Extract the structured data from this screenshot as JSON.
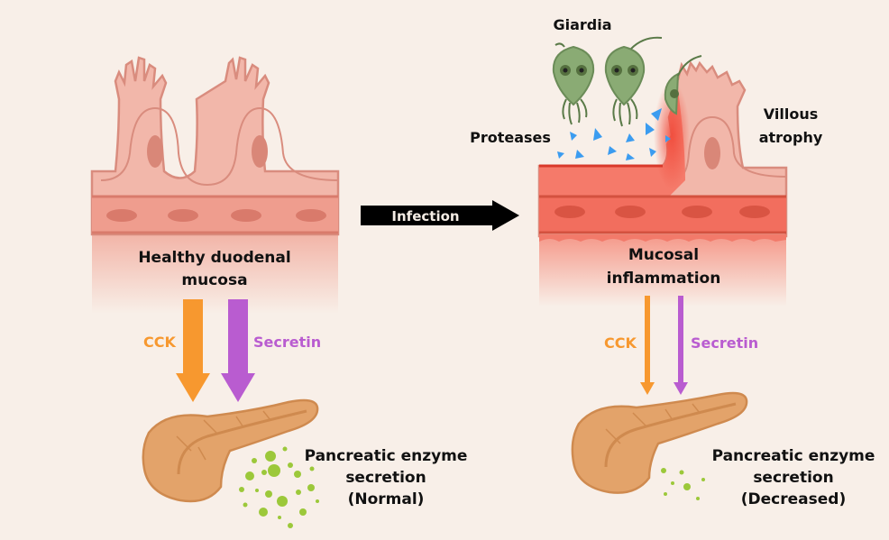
{
  "left_panel": {
    "title_line1": "Healthy duodenal",
    "title_line2": "mucosa",
    "hormone_1": "CCK",
    "hormone_2": "Secretin",
    "outcome_line1": "Pancreatic enzyme",
    "outcome_line2": "secretion",
    "outcome_line3": "(Normal)"
  },
  "transition": {
    "label": "Infection"
  },
  "right_panel": {
    "pathogen_label": "Giardia",
    "enzyme_label": "Proteases",
    "damage_line1": "Villous",
    "damage_line2": "atrophy",
    "title_line1": "Mucosal",
    "title_line2": "inflammation",
    "hormone_1": "CCK",
    "hormone_2": "Secretin",
    "outcome_line1": "Pancreatic enzyme",
    "outcome_line2": "secretion",
    "outcome_line3": "(Decreased)"
  },
  "colors": {
    "background": "#f8efe8",
    "mucosa": "#f2b7aa",
    "mucosa_outline": "#d98c7e",
    "inflamed": "#f2786a",
    "cck": "#f7982f",
    "secretin": "#b95cd0",
    "pancreas": "#e3a36a",
    "enzyme_dots": "#9cc83a",
    "giardia": "#8aab74",
    "proteases": "#3b9cf0",
    "arrow": "#000000"
  }
}
